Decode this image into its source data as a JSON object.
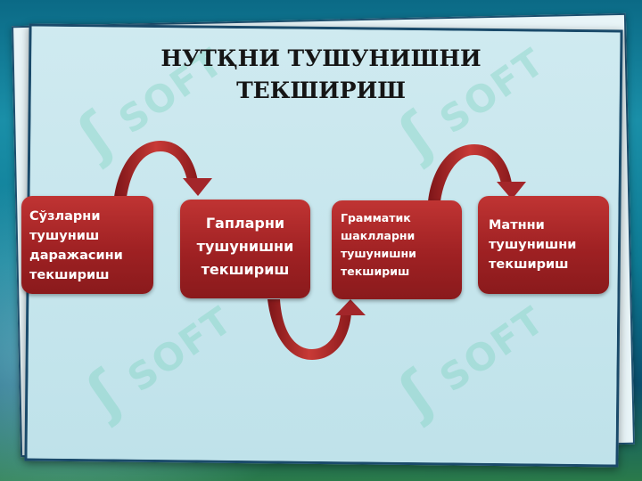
{
  "title_lines": [
    "НУТҚНИ ТУШУНИШНИ",
    "ТЕКШИРИШ"
  ],
  "steps": [
    "Сўзларни\nтушуниш\nдаражасини\nтекшириш",
    "Гапларни\nтушунишни\nтекшириш",
    "Грамматик\nшаклларни\nтушунишни\nтекшириш",
    "Матнни\nтушунишни\nтекшириш"
  ],
  "watermark_text": "SOFT",
  "colors": {
    "box": "#a3262a",
    "arrow": "#9b1f22",
    "board": "#c9e7ee",
    "frame": "#1a4a6a"
  }
}
